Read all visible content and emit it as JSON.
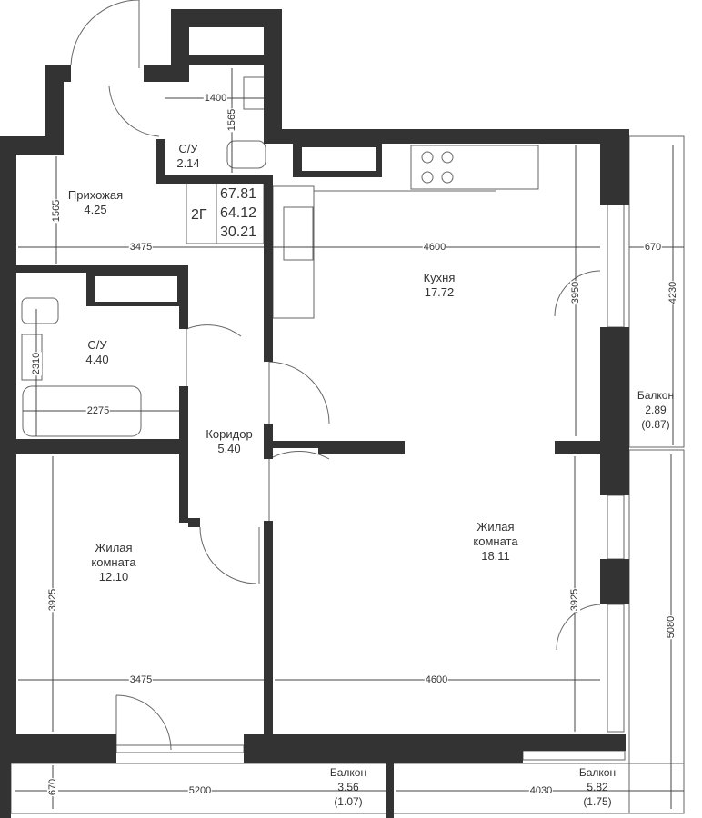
{
  "colors": {
    "wall": "#333333",
    "line": "#555555",
    "background": "#ffffff"
  },
  "summary": {
    "type": "2Г",
    "total_area": "67.81",
    "living_area_total": "64.12",
    "living_area": "30.21"
  },
  "rooms": [
    {
      "id": "hall",
      "name": "Прихожая",
      "area": "4.25"
    },
    {
      "id": "wc_small",
      "name": "С/У",
      "area": "2.14"
    },
    {
      "id": "bath",
      "name": "С/У",
      "area": "4.40"
    },
    {
      "id": "kitchen",
      "name": "Кухня",
      "area": "17.72"
    },
    {
      "id": "corridor",
      "name": "Коридор",
      "area": "5.40"
    },
    {
      "id": "room1",
      "name": "Жилая комната",
      "name_l1": "Жилая",
      "name_l2": "комната",
      "area": "12.10"
    },
    {
      "id": "room2",
      "name": "Жилая комната",
      "name_l1": "Жилая",
      "name_l2": "комната",
      "area": "18.11"
    },
    {
      "id": "balcony_right",
      "name": "Балкон",
      "area": "2.89",
      "area_coef": "(0.87)"
    },
    {
      "id": "balcony_bl",
      "name": "Балкон",
      "area": "3.56",
      "area_coef": "(1.07)"
    },
    {
      "id": "balcony_br",
      "name": "Балкон",
      "area": "5.82",
      "area_coef": "(1.75)"
    }
  ],
  "dimensions": {
    "wc_width": "1400",
    "wc_depth": "1565",
    "hall_depth": "1565",
    "hall_width": "3475",
    "kitchen_width": "4600",
    "kitchen_depth": "3950",
    "balcony_r_width": "670",
    "balcony_r_length": "4230",
    "bath_depth": "2310",
    "bath_width": "2275",
    "room1_depth": "3925",
    "room1_width": "3475",
    "room2_depth": "3925",
    "room2_width": "4600",
    "balcony_r2_length": "5080",
    "balcony_depth": "670",
    "balcony_bl_length": "5200",
    "balcony_br_length": "4030"
  }
}
